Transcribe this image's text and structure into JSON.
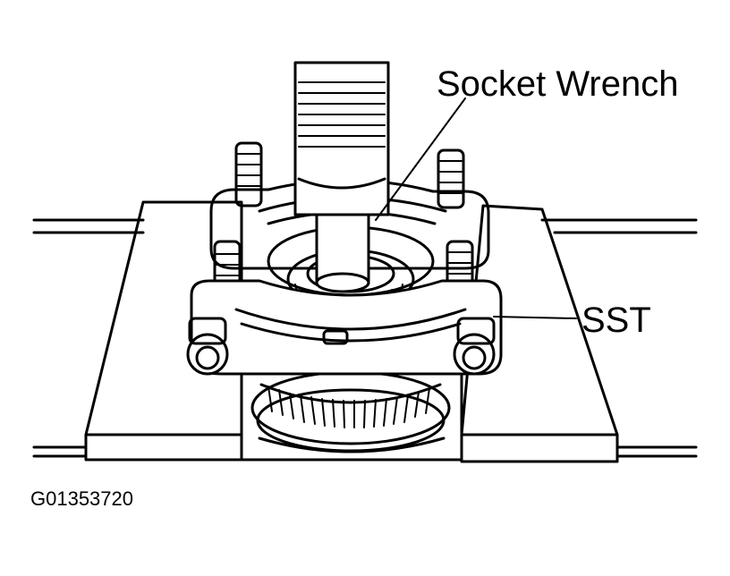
{
  "labels": {
    "socket_wrench": "Socket Wrench",
    "sst": "SST"
  },
  "figure_id": "G01353720",
  "colors": {
    "ink": "#000000",
    "paper": "#ffffff"
  }
}
